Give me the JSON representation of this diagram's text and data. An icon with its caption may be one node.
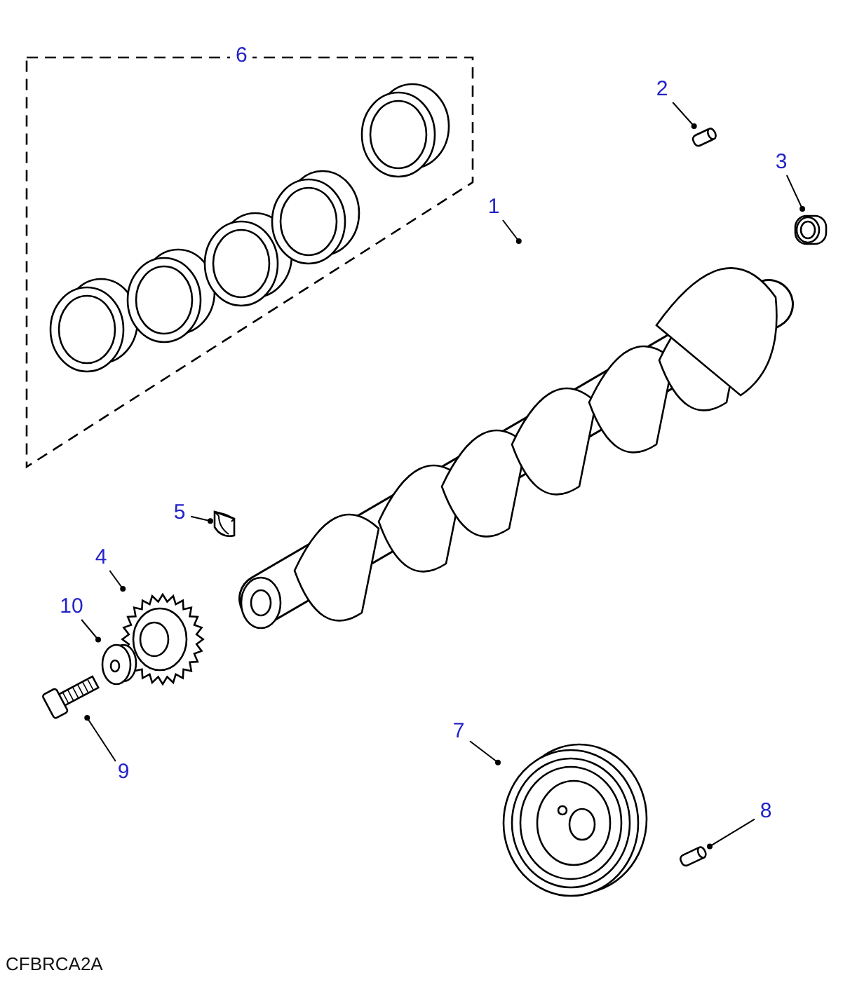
{
  "diagram": {
    "nodes": [
      {
        "text": [
          "6"
        ]
      },
      {
        "text": [
          "2"
        ]
      },
      {
        "text": [],
        "shape": "picture"
      },
      {
        "text": [
          "3"
        ]
      },
      {
        "text": [],
        "shape": "picture"
      },
      {
        "text": [
          "1"
        ]
      },
      {
        "text": [],
        "shape": "picture"
      },
      {
        "text": [
          "5"
        ]
      },
      {
        "text": [],
        "shape": "picture"
      },
      {
        "text": [
          "4"
        ]
      },
      {
        "text": [],
        "shape": "picture"
      },
      {
        "text": [
          "10"
        ]
      },
      {
        "text": [],
        "shape": "picture"
      },
      {
        "text": [
          "9"
        ]
      },
      {
        "text": [],
        "shape": "picture"
      },
      {
        "text": [
          "7"
        ]
      },
      {
        "text": [],
        "shape": "picture"
      },
      {
        "text": [
          "8"
        ]
      },
      {
        "text": [],
        "shape": "picture"
      }
    ],
    "edges": [
      {
        "from": 1,
        "to": 2,
        "arrow": "other"
      },
      {
        "from": 3,
        "to": 4,
        "arrow": "other"
      },
      {
        "from": 5,
        "to": 6,
        "arrow": "other"
      },
      {
        "from": 7,
        "to": 8,
        "arrow": "other"
      },
      {
        "from": 9,
        "to": 10,
        "arrow": "other"
      },
      {
        "from": 11,
        "to": 12,
        "arrow": "other"
      },
      {
        "from": 13,
        "to": 14,
        "arrow": "other"
      },
      {
        "from": 15,
        "to": 16,
        "arrow": "other"
      },
      {
        "from": 17,
        "to": 18,
        "arrow": "other"
      }
    ],
    "labels": [
      "CFBRCA2A"
    ]
  }
}
